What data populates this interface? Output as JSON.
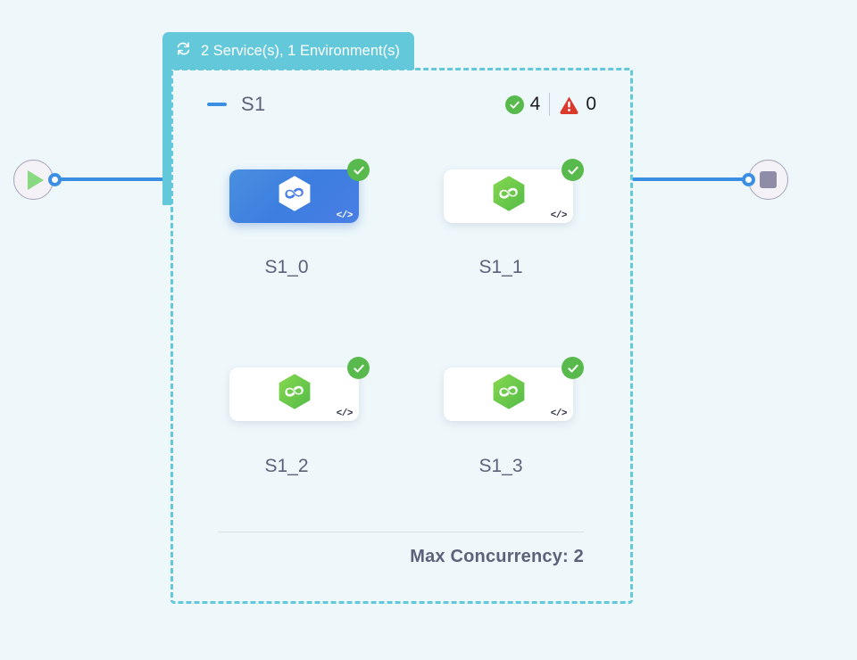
{
  "colors": {
    "background": "#eef8fb",
    "group_accent": "#63c8da",
    "edge": "#3b8fe3",
    "success": "#58b94c",
    "danger": "#d93a2b",
    "selected_card": "#3c7ee0",
    "node_logo": "#6cc24a",
    "text_muted": "#5c6279"
  },
  "graph": {
    "start_node": {
      "icon": "play-icon",
      "label": ""
    },
    "end_node": {
      "icon": "stop-icon",
      "label": ""
    }
  },
  "group": {
    "tab_icon": "refresh-loop-icon",
    "tab_title": "2 Service(s), 1 Environment(s)",
    "collapse_icon": "minus-icon",
    "name": "S1",
    "stats": {
      "success_icon": "check-circle-icon",
      "success_count": "4",
      "warning_icon": "warning-triangle-icon",
      "warning_count": "0"
    },
    "footer_label": "Max Concurrency: 2",
    "nodes": [
      {
        "label": "S1_0",
        "status_icon": "check-badge-icon",
        "code_icon": "code-icon",
        "logo": "nodejs-hexagon-icon",
        "selected": true
      },
      {
        "label": "S1_1",
        "status_icon": "check-badge-icon",
        "code_icon": "code-icon",
        "logo": "nodejs-hexagon-icon",
        "selected": false
      },
      {
        "label": "S1_2",
        "status_icon": "check-badge-icon",
        "code_icon": "code-icon",
        "logo": "nodejs-hexagon-icon",
        "selected": false
      },
      {
        "label": "S1_3",
        "status_icon": "check-badge-icon",
        "code_icon": "code-icon",
        "logo": "nodejs-hexagon-icon",
        "selected": false
      }
    ]
  }
}
